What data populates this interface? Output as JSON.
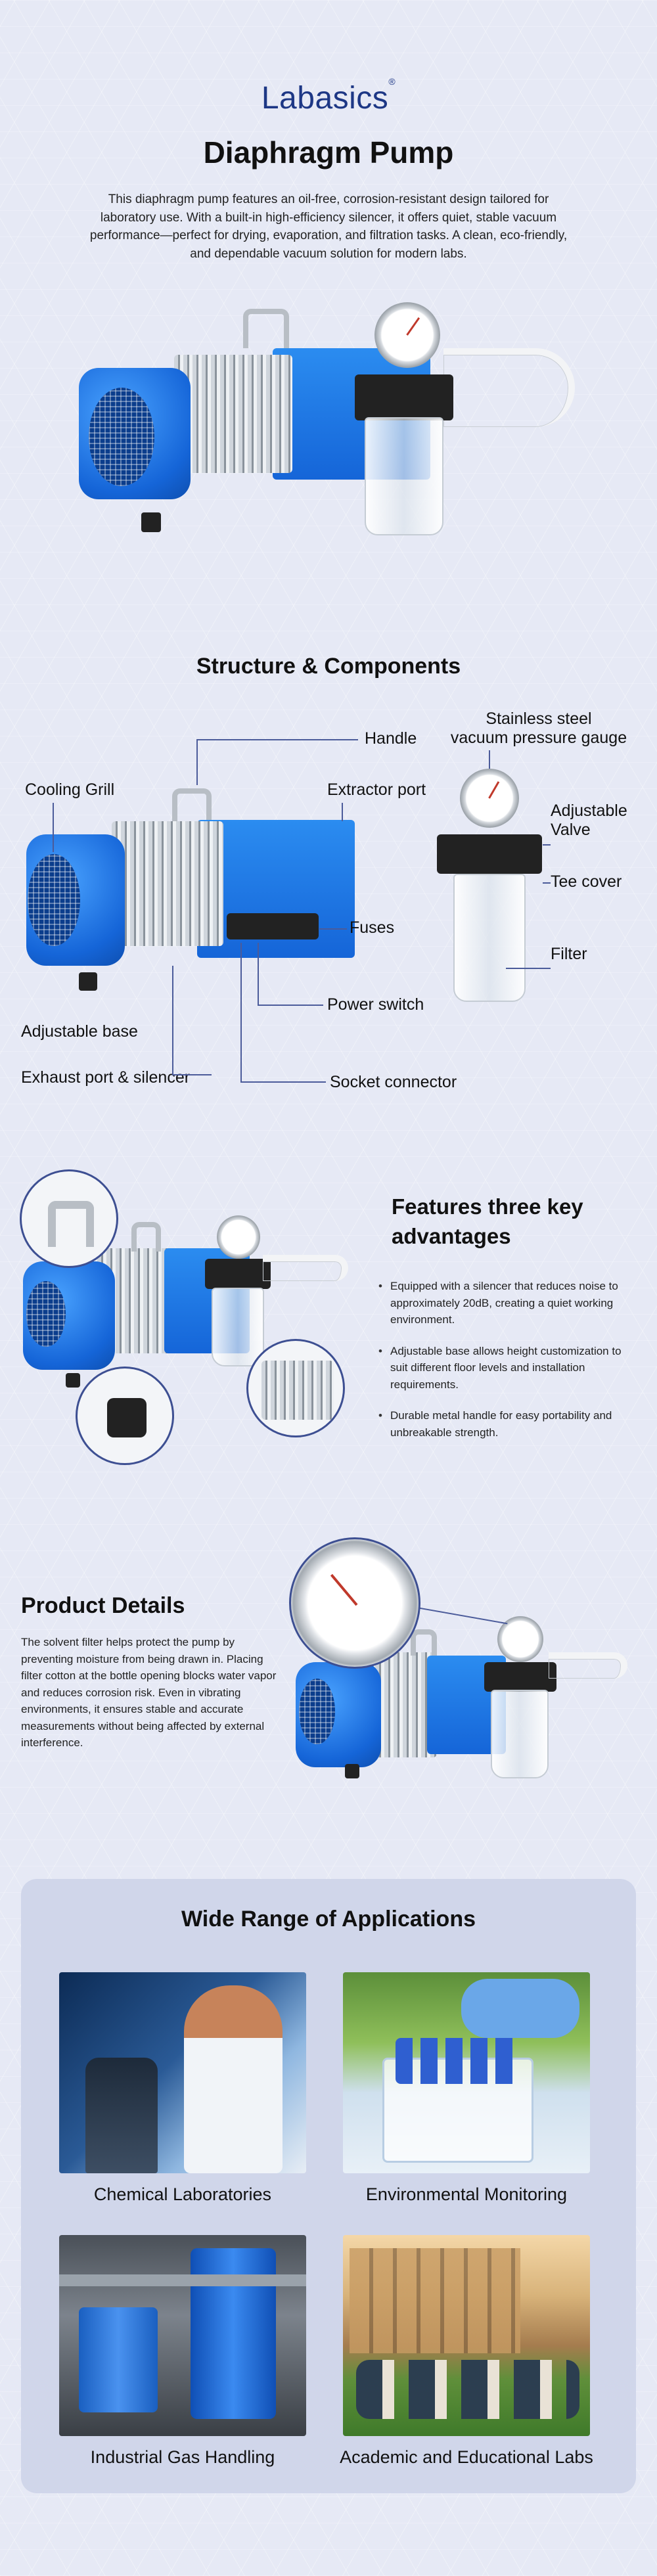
{
  "brand": {
    "name": "Labasics",
    "mark": "®"
  },
  "hero": {
    "title": "Diaphragm Pump",
    "description": "This diaphragm pump features an oil-free, corrosion-resistant design tailored for laboratory use. With a built-in high-efficiency silencer, it offers quiet, stable vacuum performance—perfect for drying, evaporation, and filtration tasks. A clean, eco-friendly, and dependable vacuum solution for modern labs."
  },
  "structure": {
    "title": "Structure & Components",
    "labels": {
      "handle": "Handle",
      "gauge_line1": "Stainless steel",
      "gauge_line2": "vacuum pressure gauge",
      "cooling_grill": "Cooling Grill",
      "extractor_port": "Extractor port",
      "adjustable_valve_line1": "Adjustable",
      "adjustable_valve_line2": "Valve",
      "tee_cover": "Tee cover",
      "fuses": "Fuses",
      "filter": "Filter",
      "power_switch": "Power switch",
      "adjustable_base": "Adjustable base",
      "exhaust_port": "Exhaust port & silencer",
      "socket_connector": "Socket connector"
    }
  },
  "advantages": {
    "title": "Features three key advantages",
    "items": [
      "Equipped with a silencer that reduces noise to approximately 20dB, creating a quiet working environment.",
      "Adjustable base allows height customization to suit different floor levels and installation requirements.",
      "Durable metal handle for easy portability and unbreakable strength."
    ]
  },
  "details": {
    "title": "Product Details",
    "text": "The solvent filter helps protect the pump by preventing moisture from being drawn in. Placing filter cotton at the bottle opening blocks water vapor and reduces corrosion risk. Even in vibrating environments, it ensures stable and accurate measurements without being affected by external interference."
  },
  "applications": {
    "title": "Wide Range of Applications",
    "items": [
      {
        "label": "Chemical Laboratories"
      },
      {
        "label": "Environmental Monitoring"
      },
      {
        "label": "Industrial Gas Handling"
      },
      {
        "label": "Academic and Educational Labs"
      }
    ]
  },
  "colors": {
    "brand": "#1d3785",
    "accent_blue": "#1565d8",
    "panel": "#d0d6ea",
    "background": "#e6e9f5"
  }
}
